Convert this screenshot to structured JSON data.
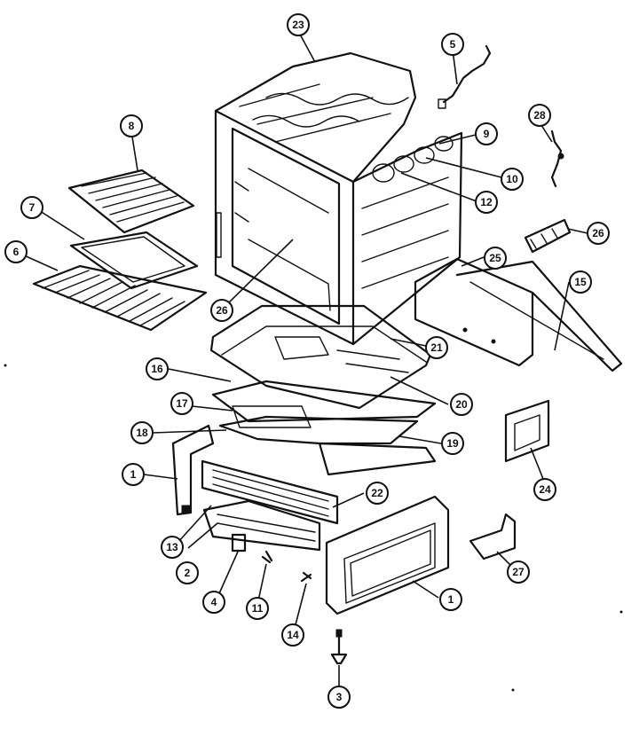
{
  "callouts": [
    {
      "id": "c23a",
      "label": "23"
    },
    {
      "id": "c5",
      "label": "5"
    },
    {
      "id": "c8",
      "label": "8"
    },
    {
      "id": "c9",
      "label": "9"
    },
    {
      "id": "c28",
      "label": "28"
    },
    {
      "id": "c10",
      "label": "10"
    },
    {
      "id": "c7",
      "label": "7"
    },
    {
      "id": "c12",
      "label": "12"
    },
    {
      "id": "c6",
      "label": "6"
    },
    {
      "id": "c26",
      "label": "26"
    },
    {
      "id": "c25",
      "label": "25"
    },
    {
      "id": "c15",
      "label": "15"
    },
    {
      "id": "c23b",
      "label": "26"
    },
    {
      "id": "c21",
      "label": "21"
    },
    {
      "id": "c16",
      "label": "16"
    },
    {
      "id": "c20",
      "label": "20"
    },
    {
      "id": "c17",
      "label": "17"
    },
    {
      "id": "c18",
      "label": "18"
    },
    {
      "id": "c19",
      "label": "19"
    },
    {
      "id": "c1a",
      "label": "1"
    },
    {
      "id": "c22",
      "label": "22"
    },
    {
      "id": "c24",
      "label": "24"
    },
    {
      "id": "c13",
      "label": "13"
    },
    {
      "id": "c2",
      "label": "2"
    },
    {
      "id": "c27",
      "label": "27"
    },
    {
      "id": "c1b",
      "label": "1"
    },
    {
      "id": "c4",
      "label": "4"
    },
    {
      "id": "c11",
      "label": "11"
    },
    {
      "id": "c14",
      "label": "14"
    },
    {
      "id": "c3",
      "label": "3"
    }
  ]
}
